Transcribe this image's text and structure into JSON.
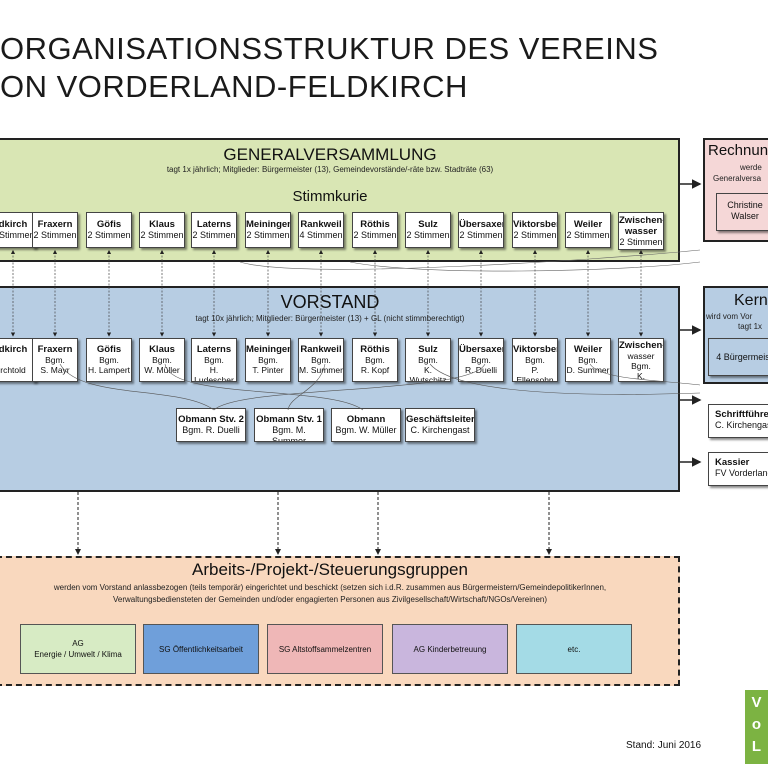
{
  "title": {
    "line1": "ORGANISATIONSSTRUKTUR DES VEREINS",
    "line2": "ON VORDERLAND-FELDKIRCH"
  },
  "general": {
    "heading": "GENERALVERSAMMLUNG",
    "desc": "tagt 1x jährlich; Mitglieder: Bürgermeister (13), Gemeindevorstände/-räte bzw. Stadträte (63)",
    "kurie_heading": "Stimmkurie",
    "members": [
      {
        "name": "dkirch",
        "votes": "2 Stimmen"
      },
      {
        "name": "Fraxern",
        "votes": "2 Stimmen"
      },
      {
        "name": "Göfis",
        "votes": "2 Stimmen"
      },
      {
        "name": "Klaus",
        "votes": "2 Stimmen"
      },
      {
        "name": "Laterns",
        "votes": "2 Stimmen"
      },
      {
        "name": "Meiningen",
        "votes": "2 Stimmen"
      },
      {
        "name": "Rankweil",
        "votes": "4 Stimmen"
      },
      {
        "name": "Röthis",
        "votes": "2 Stimmen"
      },
      {
        "name": "Sulz",
        "votes": "2 Stimmen"
      },
      {
        "name": "Übersaxen",
        "votes": "2 Stimmen"
      },
      {
        "name": "Viktorsberg",
        "votes": "2 Stimmen"
      },
      {
        "name": "Weiler",
        "votes": "2 Stimmen"
      },
      {
        "name": "Zwischen-",
        "name2": "wasser",
        "votes": "2 Stimmen"
      }
    ]
  },
  "vorstand": {
    "heading": "VORSTAND",
    "desc": "tagt 10x jährlich; Mitglieder: Bürgermeister (13) + GL (nicht stimmberechtigt)",
    "members": [
      {
        "name": "dkirch",
        "l2": "",
        "l3": "rchtold"
      },
      {
        "name": "Fraxern",
        "l2": "Bgm.",
        "l3": "S. Mayr"
      },
      {
        "name": "Göfis",
        "l2": "Bgm.",
        "l3": "H. Lampert"
      },
      {
        "name": "Klaus",
        "l2": "Bgm.",
        "l3": "W. Müller"
      },
      {
        "name": "Laterns",
        "l2": "Bgm.",
        "l3": "H. Ludescher"
      },
      {
        "name": "Meiningen",
        "l2": "Bgm.",
        "l3": "T. Pinter"
      },
      {
        "name": "Rankweil",
        "l2": "Bgm.",
        "l3": "M. Summer"
      },
      {
        "name": "Röthis",
        "l2": "Bgm.",
        "l3": "R. Kopf"
      },
      {
        "name": "Sulz",
        "l2": "Bgm.",
        "l3": "K. Wutschitz"
      },
      {
        "name": "Übersaxen",
        "l2": "Bgm.",
        "l3": "R. Duelli"
      },
      {
        "name": "Viktorsberg",
        "l2": "Bgm.",
        "l3": "P. Ellensohn"
      },
      {
        "name": "Weiler",
        "l2": "Bgm.",
        "l3": "D. Summer"
      },
      {
        "name": "Zwischen-",
        "l2": "wasser",
        "l3": "Bgm.",
        "l4": "K. Tschabrun"
      }
    ],
    "officers": [
      {
        "role": "Obmann Stv. 2",
        "person": "Bgm. R. Duelli"
      },
      {
        "role": "Obmann Stv. 1",
        "person": "Bgm. M. Summer"
      },
      {
        "role": "Obmann",
        "person": "Bgm. W. Müller"
      },
      {
        "role": "Geschäftsleiter",
        "person": "C. Kirchengast"
      }
    ]
  },
  "rechnung": {
    "heading": "Rechnun",
    "l1": "werde",
    "l2": "Generalversa",
    "person1": "Christine",
    "person2": "Walser"
  },
  "kern": {
    "heading": "Kern",
    "l1": "wird vom Vor",
    "l2": "tagt 1x",
    "inner": "4 Bürgermeis"
  },
  "schrift": {
    "role": "Schriftführer",
    "person": "C. Kirchengas"
  },
  "kassier": {
    "role": "Kassier",
    "person": "FV Vorderland"
  },
  "groups": {
    "heading": "Arbeits-/Projekt-/Steuerungsgruppen",
    "desc1": "werden vom Vorstand anlassbezogen (teils temporär) eingerichtet und beschickt (setzen sich i.d.R. zusammen aus Bürgermeistern/GemeindepolitikerInnen,",
    "desc2": "Verwaltungsbediensteten der Gemeinden und/oder engagierten Personen aus Zivilgesellschaft/Wirtschaft/NGOs/Vereinen)",
    "items": [
      {
        "l1": "AG",
        "l2": "Energie / Umwelt / Klima",
        "color": "#d7ebc4"
      },
      {
        "l1": "SG Öffentlichkeitsarbeit",
        "l2": "",
        "color": "#6f9fda"
      },
      {
        "l1": "SG Altstoffsammelzentren",
        "l2": "",
        "color": "#efb7b7"
      },
      {
        "l1": "AG Kinderbetreuung",
        "l2": "",
        "color": "#c9b6dd"
      },
      {
        "l1": "etc.",
        "l2": "",
        "color": "#a4dbe6"
      }
    ]
  },
  "footer": {
    "stand": "Stand: Juni 2016"
  },
  "logo": {
    "l1": "V",
    "l2": "o",
    "l3": "L",
    "color": "#7cb342"
  }
}
